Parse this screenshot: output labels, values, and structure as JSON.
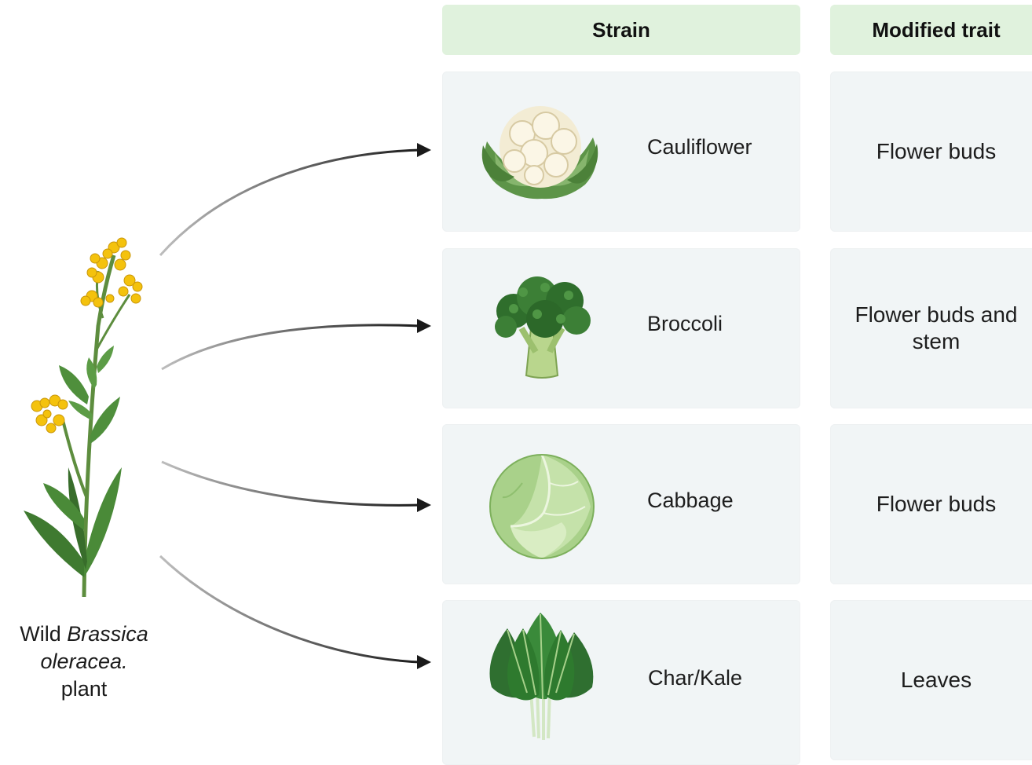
{
  "headers": {
    "strain": "Strain",
    "trait": "Modified trait"
  },
  "source_plant": {
    "caption_prefix": "Wild",
    "caption_italic_1": "Brassica",
    "caption_italic_2": "oleracea.",
    "caption_suffix": "plant"
  },
  "rows": [
    {
      "strain": "Cauliflower",
      "trait": "Flower buds",
      "icon": "cauliflower-icon"
    },
    {
      "strain": "Broccoli",
      "trait": "Flower buds and stem",
      "icon": "broccoli-icon"
    },
    {
      "strain": "Cabbage",
      "trait": "Flower buds",
      "icon": "cabbage-icon"
    },
    {
      "strain": "Char/Kale",
      "trait": "Leaves",
      "icon": "kale-icon"
    }
  ],
  "colors": {
    "header_bg": "#e0f2dd",
    "cell_bg": "#f1f5f6",
    "arrow": "#1a1a1a",
    "flower": "#f4c20d",
    "leaf": "#4f8a3a"
  }
}
